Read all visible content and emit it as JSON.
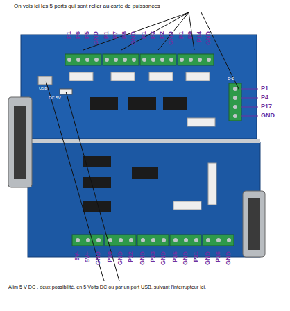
{
  "diagram": {
    "title": "On vois ici les 5 ports qui  sont relier au carte de puissances",
    "caption": "Alim 5 V DC , deux possibilité,  en 5 Volts DC ou par un port USB, suivant  l'interrupteur ici.",
    "labels": [
      "P1",
      "P6",
      "P5",
      "GND",
      "P1",
      "P7",
      "P8",
      "GND",
      "P1",
      "P3",
      "P2",
      "GND",
      "P1",
      "P9",
      "P14",
      "GND",
      "5V-",
      "5V+",
      "GND",
      "P10",
      "GND",
      "P12",
      "GND",
      "P13",
      "GND",
      "P15",
      "GND",
      "P11",
      "GND",
      "P16",
      "GND",
      "P1",
      "P4",
      "P17",
      "GND",
      "USB",
      "DC 5V",
      "B-2"
    ]
  }
}
